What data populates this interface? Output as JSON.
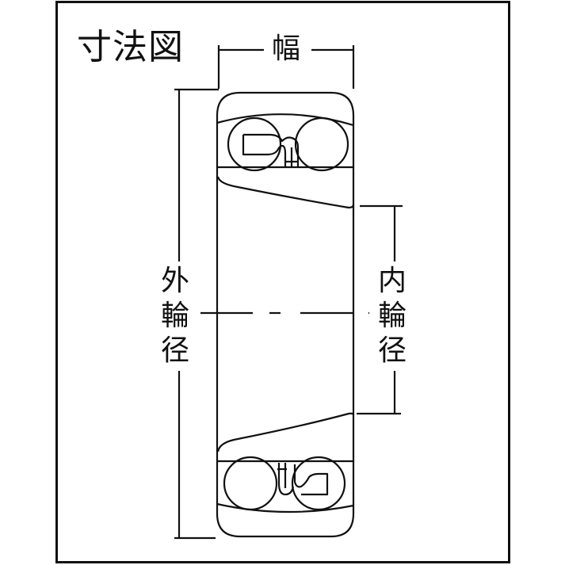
{
  "title": "寸法図",
  "labels": {
    "width": "幅",
    "outer_diameter": [
      "外",
      "輪",
      "径"
    ],
    "inner_diameter": [
      "内",
      "輪",
      "径"
    ]
  },
  "colors": {
    "line": "#111111",
    "background": "#ffffff"
  },
  "subject": "self-aligning ball bearing (double row) cross-section"
}
